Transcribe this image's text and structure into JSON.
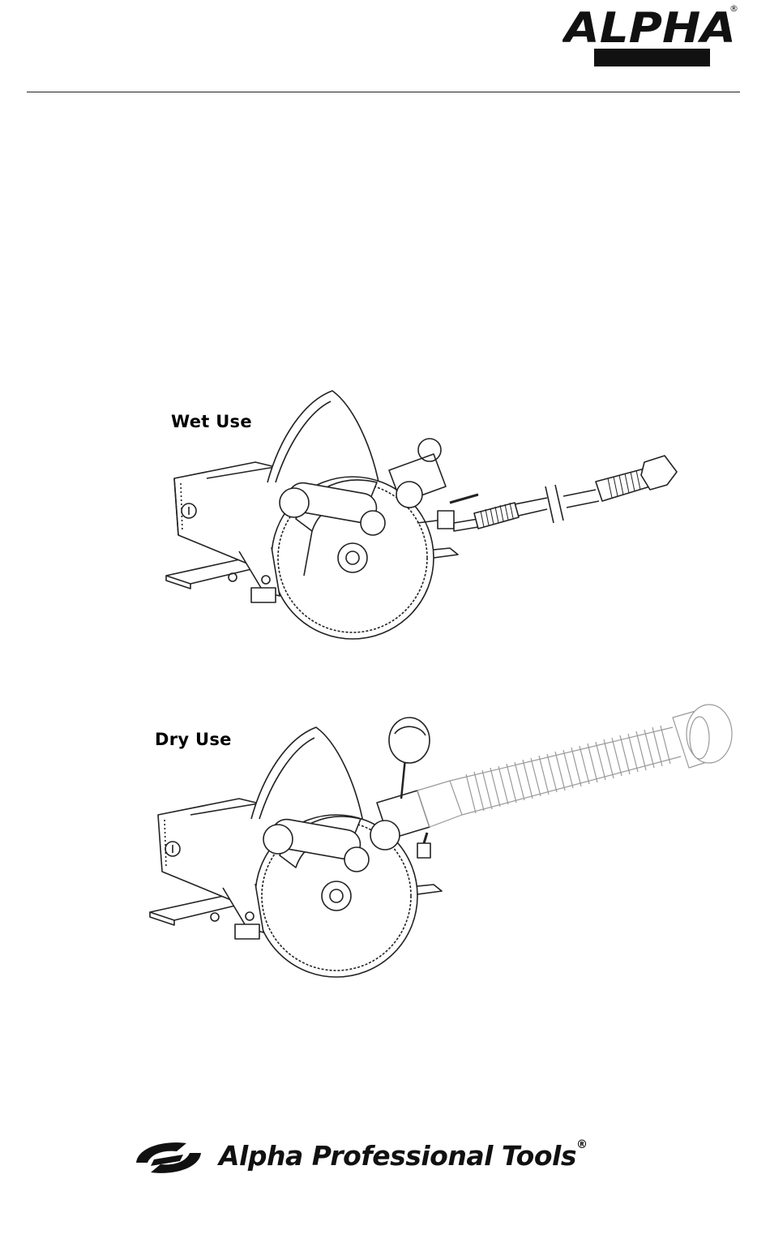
{
  "brand": {
    "logo_word": "ALPHA",
    "registered_mark": "®",
    "footer_name": "Alpha Professional Tools"
  },
  "figures": {
    "wet_label": "Wet Use",
    "dry_label": "Dry Use"
  },
  "icons": {
    "brand_swoosh": "alpha-swoosh-icon",
    "saw_wet": "wet-saw-illustration",
    "saw_dry": "dry-saw-illustration"
  },
  "colors": {
    "ink": "#111111",
    "line": "#222222",
    "light_line": "#9a9a9a"
  }
}
